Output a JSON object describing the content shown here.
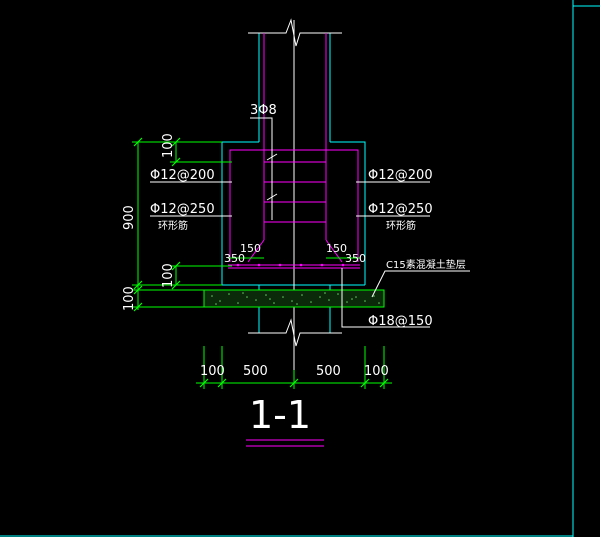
{
  "drawing": {
    "title": "1-1",
    "labels": {
      "rebar_3phi8": "3Φ8",
      "left_top_rebar": "Φ12@200",
      "left_ring_rebar": "Φ12@250",
      "left_ring_note": "环形筋",
      "right_top_rebar": "Φ12@200",
      "right_ring_rebar": "Φ12@250",
      "right_ring_note": "环形筋",
      "bottom_rebar": "Φ18@150",
      "cushion": "C15素混凝土垫层",
      "dim_150_left": "150",
      "dim_150_right": "150",
      "dim_350_left": "350",
      "dim_350_right": "350"
    },
    "dims_vertical": {
      "top_100": "100",
      "total_900": "900",
      "bottom_100a": "100",
      "bottom_100b": "100"
    },
    "dims_horizontal": [
      "100",
      "500",
      "500",
      "100"
    ]
  },
  "colors": {
    "background": "#000000",
    "concrete_outline": "#00ffff",
    "rebar": "#ff00ff",
    "dimension": "#00ff00",
    "text": "#ffffff",
    "axis": "#ffffff"
  }
}
